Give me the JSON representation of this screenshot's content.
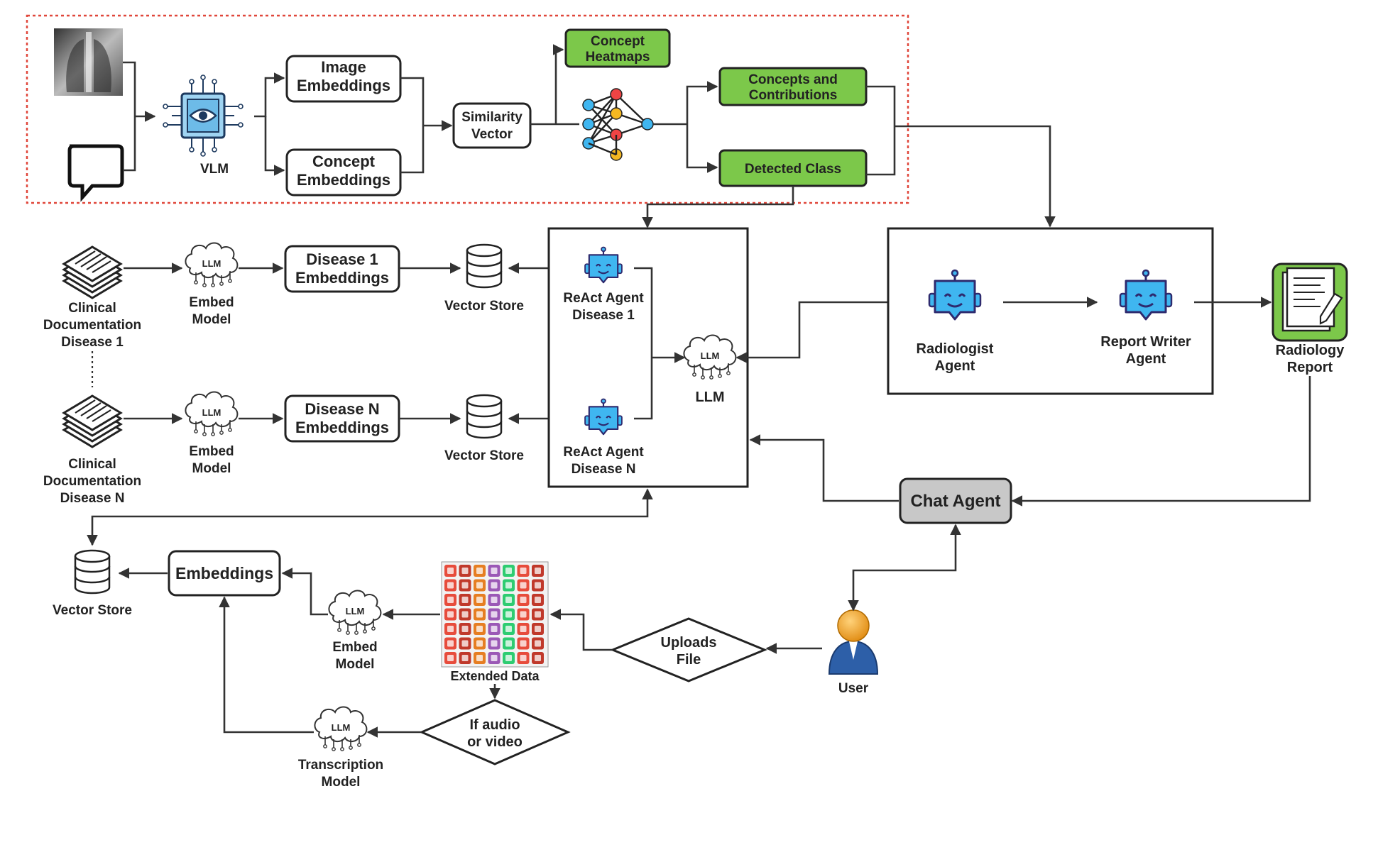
{
  "labels": {
    "vlm": "VLM",
    "image_embeddings": [
      "Image",
      "Embeddings"
    ],
    "concept_embeddings": [
      "Concept",
      "Embeddings"
    ],
    "similarity_vector": [
      "Similarity",
      "Vector"
    ],
    "concept_heatmaps": [
      "Concept",
      "Heatmaps"
    ],
    "concepts_contributions": [
      "Concepts and",
      "Contributions"
    ],
    "detected_class": "Detected Class",
    "clinical_doc_1": [
      "Clinical",
      "Documentation",
      "Disease 1"
    ],
    "clinical_doc_n": [
      "Clinical",
      "Documentation",
      "Disease N"
    ],
    "embed_model": [
      "Embed",
      "Model"
    ],
    "disease1_embeddings": [
      "Disease 1",
      "Embeddings"
    ],
    "diseaseN_embeddings": [
      "Disease N",
      "Embeddings"
    ],
    "vector_store": "Vector Store",
    "react_agent_1": [
      "ReAct Agent",
      "Disease 1"
    ],
    "react_agent_n": [
      "ReAct Agent",
      "Disease N"
    ],
    "llm": "LLM",
    "llm_badge": "LLM",
    "radiologist_agent": [
      "Radiologist",
      "Agent"
    ],
    "report_writer_agent": [
      "Report Writer",
      "Agent"
    ],
    "radiology_report": [
      "Radiology",
      "Report"
    ],
    "chat_agent": "Chat Agent",
    "embeddings": "Embeddings",
    "extended_data": "Extended Data",
    "uploads_file": [
      "Uploads",
      "File"
    ],
    "if_audio_video": [
      "If audio",
      "or video"
    ],
    "transcription_model": [
      "Transcription",
      "Model"
    ],
    "user": "User"
  },
  "colors": {
    "green": "#7cc84a",
    "red_dashed": "#e0463a",
    "robot_blue": "#3fb6f0",
    "gray_box": "#c8c8c8",
    "user_orange": "#f5a623",
    "user_blue": "#2d5fa8"
  }
}
